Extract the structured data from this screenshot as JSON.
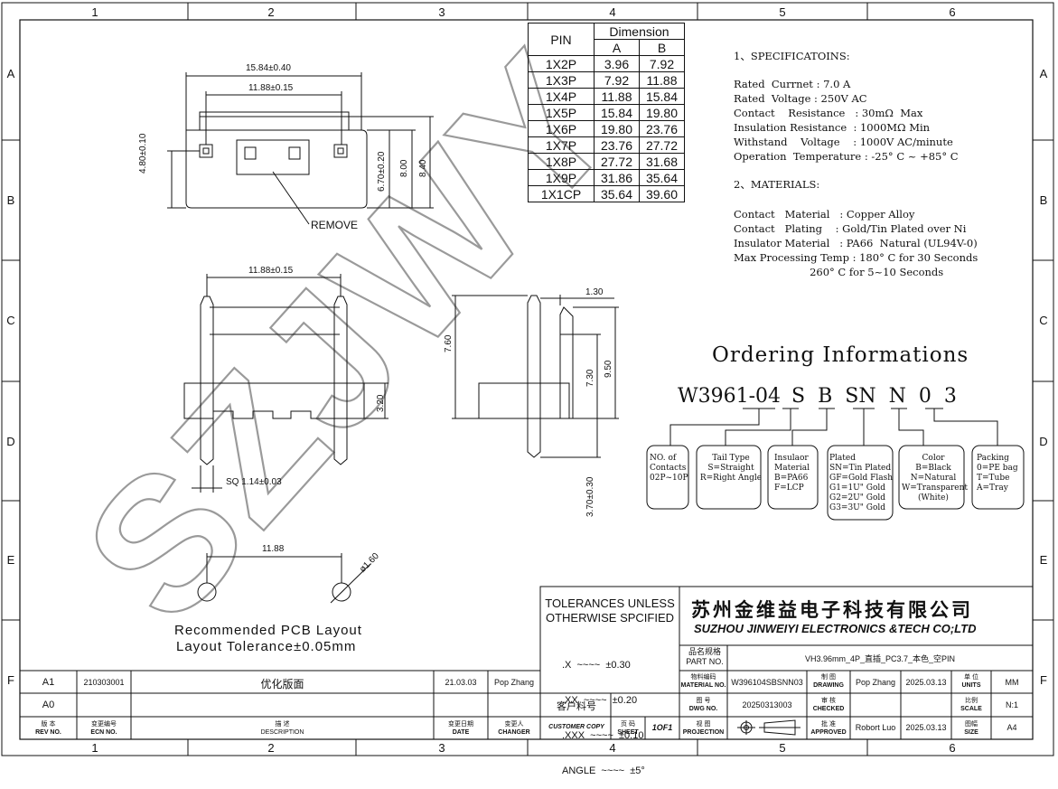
{
  "grid": {
    "columns": [
      "1",
      "2",
      "3",
      "4",
      "5",
      "6"
    ],
    "rows": [
      "A",
      "B",
      "C",
      "D",
      "E",
      "F"
    ]
  },
  "dims": {
    "top_width": "15.84±0.40",
    "pitch_top": "11.88±0.15",
    "h_480": "4.80±0.10",
    "h_670": "6.70±0.20",
    "h_800": "8.00",
    "h_840": "8.40",
    "remove": "REMOVE",
    "pitch_front": "11.88±0.15",
    "h_320": "3.20",
    "sq": "SQ 1.14±0.03",
    "side_130": "1.30",
    "side_760": "7.60",
    "side_730": "7.30",
    "side_950": "9.50",
    "side_370": "3.70±0.30",
    "pcb_pitch": "11.88",
    "hole": "ø1.60",
    "pcb_title": "Recommended PCB Layout",
    "pcb_tol": "Layout Tolerance±0.05mm"
  },
  "pin_table": {
    "h_pin": "PIN",
    "h_dim": "Dimension",
    "h_a": "A",
    "h_b": "B",
    "rows": [
      [
        "1X2P",
        "3.96",
        "7.92"
      ],
      [
        "1X3P",
        "7.92",
        "11.88"
      ],
      [
        "1X4P",
        "11.88",
        "15.84"
      ],
      [
        "1X5P",
        "15.84",
        "19.80"
      ],
      [
        "1X6P",
        "19.80",
        "23.76"
      ],
      [
        "1X7P",
        "23.76",
        "27.72"
      ],
      [
        "1X8P",
        "27.72",
        "31.68"
      ],
      [
        "1X9P",
        "31.86",
        "35.64"
      ],
      [
        "1X1CP",
        "35.64",
        "39.60"
      ]
    ]
  },
  "specs": {
    "title": "1、SPECIFICATOINS:",
    "lines": [
      "Rated  Currnet : 7.0 A",
      "Rated  Voltage : 250V AC",
      "Contact    Resistance   : 30mΩ  Max",
      "Insulation Resistance  : 1000MΩ Min",
      "Withstand    Voltage    : 1000V AC/minute",
      "Operation  Temperature : -25° C ~ +85° C"
    ],
    "mat_title": "2、MATERIALS:",
    "mat_lines": [
      "Contact   Material   : Copper Alloy",
      "Contact   Plating    : Gold/Tin Plated over Ni",
      "Insulator Material   : PA66  Natural (UL94V-0)",
      "Max Processing Temp : 180° C for 30 Seconds",
      "                       260° C for 5~10 Seconds"
    ]
  },
  "ordering": {
    "title": "Ordering Informations",
    "part": [
      "W3961-",
      "04",
      "S",
      "B",
      "SN",
      "N",
      "0",
      "3"
    ],
    "boxes": [
      "NO. of\nContacts\n02P~10P",
      "Tail Type\nS=Straight\nR=Right Angle",
      "Insulaor\nMaterial\nB=PA66\nF=LCP",
      "Plated\nSN=Tin Plated\nGF=Gold Flash\nG1=1U\" Gold\nG2=2U\" Gold\nG3=3U\" Gold",
      "Color\nB=Black\nN=Natural\nW=Transparent\n(White)",
      "Packing\n0=PE bag\nT=Tube\nA=Tray"
    ]
  },
  "watermark": "SZJWY",
  "title_block": {
    "tol_title1": "TOLERANCES UNLESS",
    "tol_title2": "OTHERWISE SPCIFIED",
    "tol1": ".X  ~~~~  ±0.30",
    "tol2": ".XX  ~~~~  ±0.20",
    "tol3": ".XXX  ~~~~  ±0.10",
    "tol4": "ANGLE  ~~~~  ±5°",
    "company_cn": "苏州金维益电子科技有限公司",
    "company_en": "SUZHOU JINWEIYI ELECTRONICS &TECH CO;LTD",
    "part_name_cn": "品名规格",
    "part_name_en": "PART NO.",
    "part_name_val": "VH3.96mm_4P_直插_PC3.7_本色_空PIN",
    "material_cn": "物料编码",
    "material_en": "MATERIAL NO.",
    "material_val": "W396104SBSNN03",
    "drawing_cn": "制 图",
    "drawing_en": "DRAWING",
    "drawing_by": "Pop Zhang",
    "drawing_date": "2025.03.13",
    "units_cn": "单 位",
    "units_en": "UNITS",
    "units_val": "MM",
    "dwg_cn": "图 号",
    "dwg_en": "DWG NO.",
    "dwg_val": "20250313003",
    "checked_cn": "审 核",
    "checked_en": "CHECKED",
    "scale_cn": "比例",
    "scale_en": "SCALE",
    "scale_val": "N:1",
    "proj_cn": "视 图",
    "proj_en": "PROJECTION",
    "approved_cn": "批 准",
    "approved_en": "APPROVED",
    "approved_by": "Robort  Luo",
    "approved_date": "2025.03.13",
    "size_cn": "图幅",
    "size_en": "SIZE",
    "size_val": "A4",
    "customer_cn": "客户料号",
    "customer_copy": "CUSTOMER COPY",
    "sheet_cn": "页 码",
    "sheet_en": "SHEET",
    "sheet_val": "1OF1",
    "rev_a1": "A1",
    "ecn_a1": "210303001",
    "desc_a1": "优化版面",
    "date_a1": "21.03.03",
    "changer_a1": "Pop Zhang",
    "rev_a0": "A0",
    "rev_cn": "版 本",
    "rev_en": "REV NO.",
    "ecn_cn": "变更编号",
    "ecn_en": "ECN  NO.",
    "desc_cn": "描 述",
    "desc_en": "DESCRIPTION",
    "date_cn": "变更日期",
    "date_en": "DATE",
    "changer_cn": "变更人",
    "changer_en": "CHANGER"
  }
}
